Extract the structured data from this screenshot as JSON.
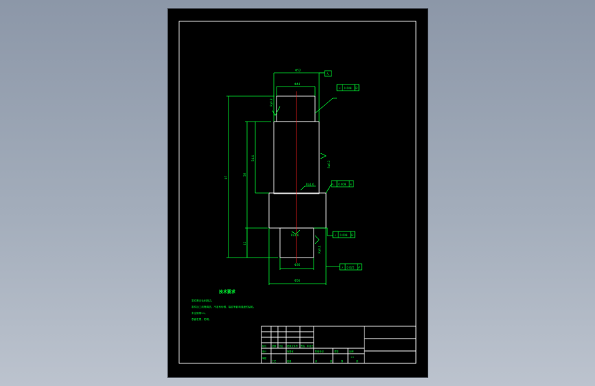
{
  "drawing": {
    "colors": {
      "outline": "#ffffff",
      "dimension": "#00ff33",
      "centerline": "#ff2020",
      "paper": "#000000",
      "background": "#9aa4b3"
    },
    "dimensions": {
      "top_width": "Φ52",
      "step_width": "Φ44",
      "bottom_width": "Φ56",
      "bottom_small": "Φ36",
      "total_length": "97",
      "mid_length": "58",
      "section_length": "54.4",
      "bottom_length": "41",
      "datum": "A",
      "roughness_top": "Ra0.8",
      "roughness_side": "Ra0.2",
      "roughness_mid": "Ra1.6",
      "roughness_low": "Ra1.6",
      "roughness_right": "Ra0.4"
    },
    "tolerances": {
      "top": [
        "↗",
        "0.008",
        "B"
      ],
      "mid": [
        "⊥",
        "0.008",
        "A"
      ],
      "low": [
        "⊥",
        "0.008",
        "B"
      ],
      "bottom": [
        "↗",
        "0.025",
        "A"
      ]
    },
    "notes": {
      "title": "技术要求",
      "lines": [
        "零件需去毛刺锐边。",
        "零件加工前需调质，不准有砂眼、裂纹等影响强度的缺陷。",
        "未注倒角C1。",
        "表面发黑，防锈。"
      ]
    },
    "title_block": {
      "rev_labels": [
        "标记",
        "处数",
        "分区",
        "更改文件号",
        "签名",
        "年月日"
      ],
      "role_labels": [
        "设计",
        "标准化",
        "审核",
        "工艺",
        "批准"
      ],
      "stage_labels": [
        "阶段标记",
        "重量",
        "比例"
      ],
      "scale": "1:1",
      "sheet_labels": [
        "共",
        "张",
        "第",
        "张"
      ]
    }
  }
}
